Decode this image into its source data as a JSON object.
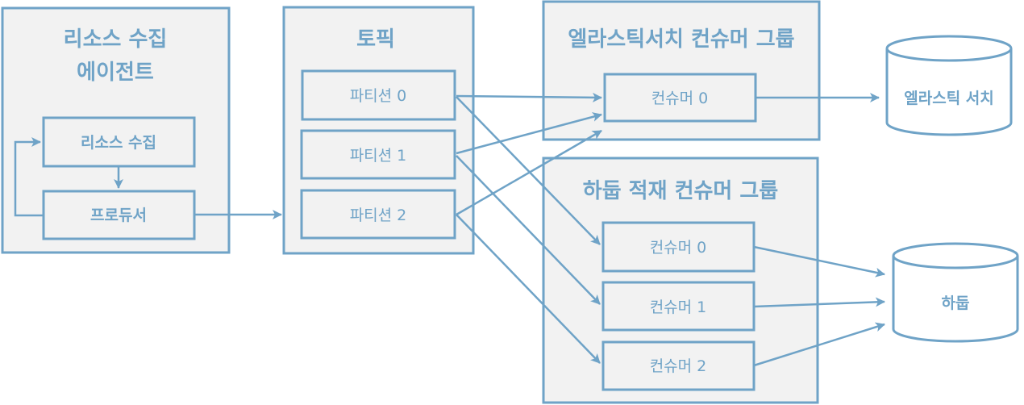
{
  "colors": {
    "accent": "#6fa3c7",
    "box_fill": "#f2f2f2"
  },
  "collector": {
    "title_line1": "리소스 수집",
    "title_line2": "에이전트",
    "box_collect": "리소스 수집",
    "box_producer": "프로듀서"
  },
  "topic": {
    "title": "토픽",
    "partitions": [
      "파티션 0",
      "파티션 1",
      "파티션 2"
    ]
  },
  "es_group": {
    "title": "엘라스틱서치 컨슈머 그룹",
    "consumers": [
      "컨슈머 0"
    ]
  },
  "hadoop_group": {
    "title": "하둡 적재 컨슈머 그룹",
    "consumers": [
      "컨슈머 0",
      "컨슈머 1",
      "컨슈머 2"
    ]
  },
  "stores": {
    "elasticsearch": "엘라스틱 서치",
    "hadoop": "하둡"
  }
}
